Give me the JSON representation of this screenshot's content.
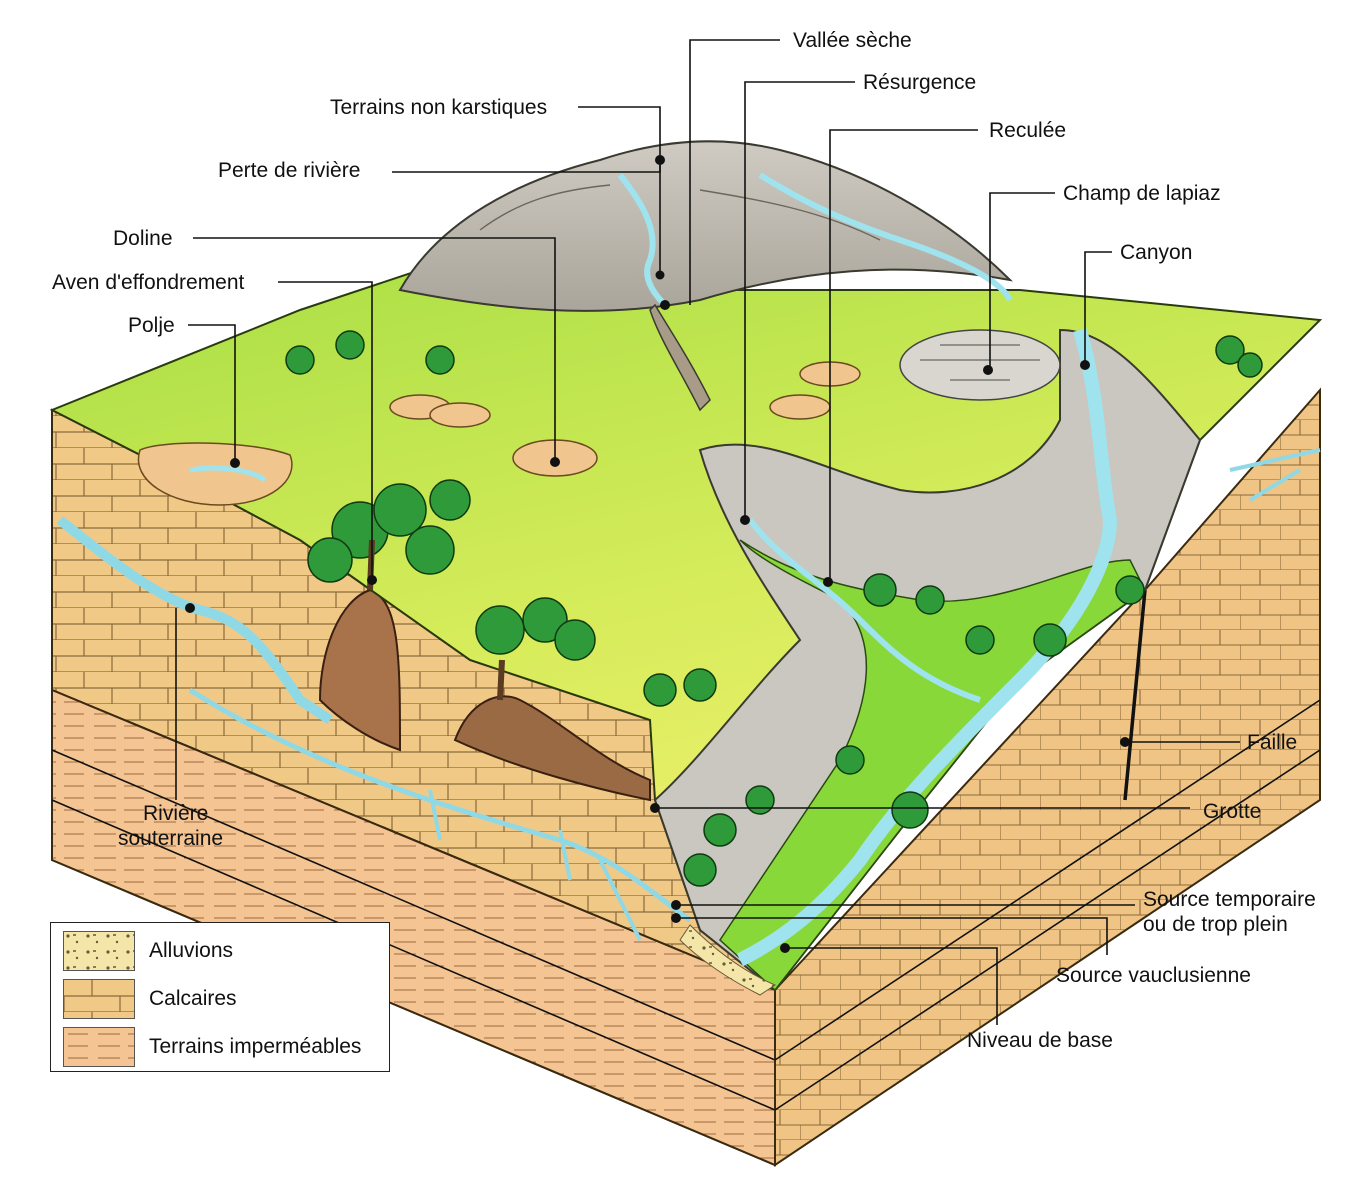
{
  "labels": {
    "vallee_seche": "Vallée sèche",
    "resurgence": "Résurgence",
    "terrains_non_karstiques": "Terrains non karstiques",
    "reculee": "Reculée",
    "perte_de_riviere": "Perte de rivière",
    "champ_de_lapiaz": "Champ de lapiaz",
    "doline": "Doline",
    "canyon": "Canyon",
    "aven_effondrement": "Aven d'effondrement",
    "polje": "Polje",
    "faille": "Faille",
    "grotte": "Grotte",
    "riviere_souterraine_1": "Rivière",
    "riviere_souterraine_2": "souterraine",
    "source_temporaire_1": "Source temporaire",
    "source_temporaire_2": "ou de trop plein",
    "source_vauclusienne": "Source vauclusienne",
    "niveau_de_base": "Niveau de base"
  },
  "legend": {
    "items": [
      {
        "label": "Alluvions",
        "pattern": "alluvium",
        "color": "#f3e6a8"
      },
      {
        "label": "Calcaires",
        "pattern": "limestone",
        "color": "#f1bf78"
      },
      {
        "label": "Terrains imperméables",
        "pattern": "impermeable",
        "color": "#f5c493"
      }
    ]
  },
  "colors": {
    "plateau_green": "#b3e34a",
    "plateau_yellow": "#f0f06a",
    "tree_green": "#2f9a3a",
    "water": "#9fe3ef",
    "limestone": "#f1c987",
    "limestone_line": "#8a6a3a",
    "cliff_grey": "#c8c6be",
    "mountain_grey": "#bdb9b0"
  }
}
